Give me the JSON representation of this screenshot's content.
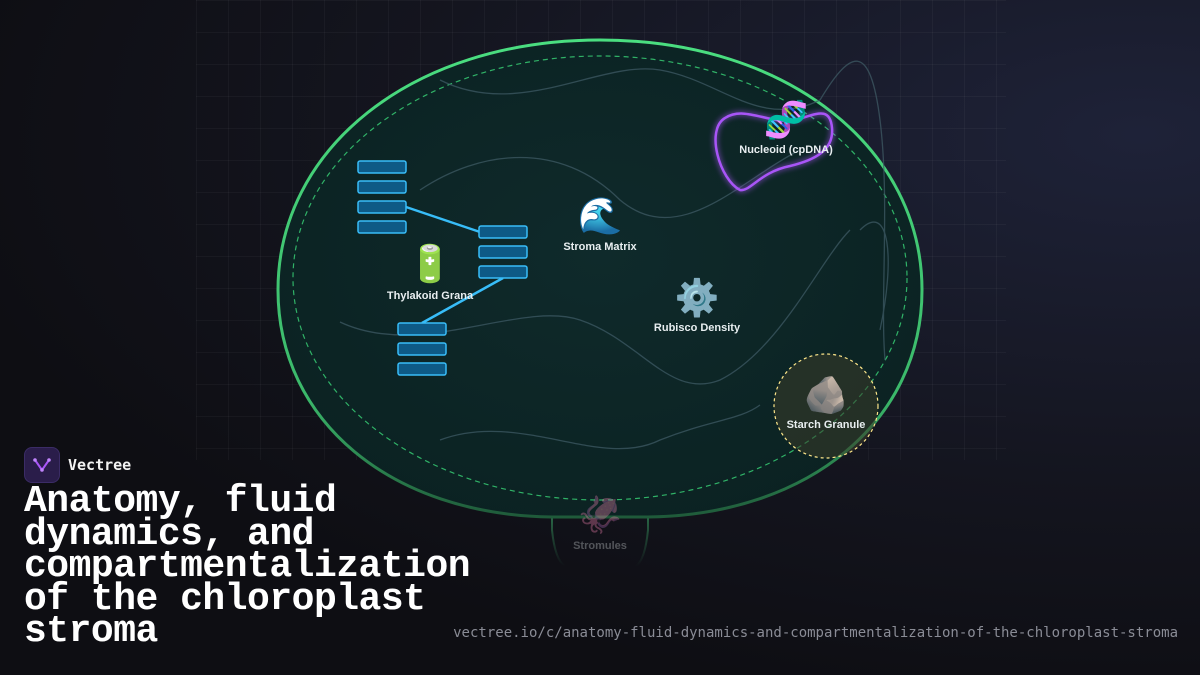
{
  "brand": {
    "name": "Vectree"
  },
  "title": "Anatomy, fluid dynamics, and compartmentalization of the chloroplast stroma",
  "url": "vectree.io/c/anatomy-fluid-dynamics-and-compartmentalization-of-the-chloroplast-stroma",
  "nodes": {
    "thylakoid": {
      "label": "Thylakoid Grana",
      "icon": "battery-icon",
      "glyph": "🔋"
    },
    "stroma": {
      "label": "Stroma Matrix",
      "icon": "wave-icon",
      "glyph": "🌊"
    },
    "nucleoid": {
      "label": "Nucleoid (cpDNA)",
      "icon": "dna-icon",
      "glyph": "🧬"
    },
    "rubisco": {
      "label": "Rubisco Density",
      "icon": "gear-icon",
      "glyph": "⚙️"
    },
    "starch": {
      "label": "Starch Granule",
      "icon": "rock-icon",
      "glyph": "🪨"
    },
    "stromules": {
      "label": "Stromules",
      "icon": "squid-icon",
      "glyph": "🦑"
    }
  },
  "colors": {
    "membrane": "#4ade80",
    "grana": "#38bdf8",
    "nucleoid": "#a855f7",
    "starch": "#fde68a"
  }
}
